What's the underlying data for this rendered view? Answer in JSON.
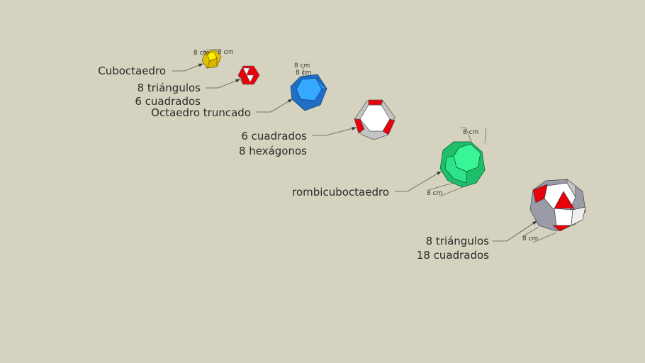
{
  "labels": {
    "cuboctaedro": "Cuboctaedro",
    "cubo_faces_1": "8 triángulos",
    "cubo_faces_2": "6 cuadrados",
    "octaedro_truncado": "Octaedro truncado",
    "oct_faces_1": "6 cuadrados",
    "oct_faces_2": "8 hexágonos",
    "rombicuboctaedro": "rombicuboctaedro",
    "rombi_faces_1": "8 triángulos",
    "rombi_faces_2": "18 cuadrados"
  },
  "dimensions": {
    "d1": "8 cm",
    "d2": "8 cm",
    "d3": "8 cm",
    "d4": "8 cm",
    "d5": "8 cm",
    "d6": "8 cm",
    "d7": "8 cm"
  },
  "colors": {
    "background": "#d5d3bf",
    "yellow": "#f2d20a",
    "red": "#e8000a",
    "blue": "#2b8fe8",
    "green": "#2ee38a",
    "white": "#ffffff",
    "grey": "#c4c4c6"
  }
}
